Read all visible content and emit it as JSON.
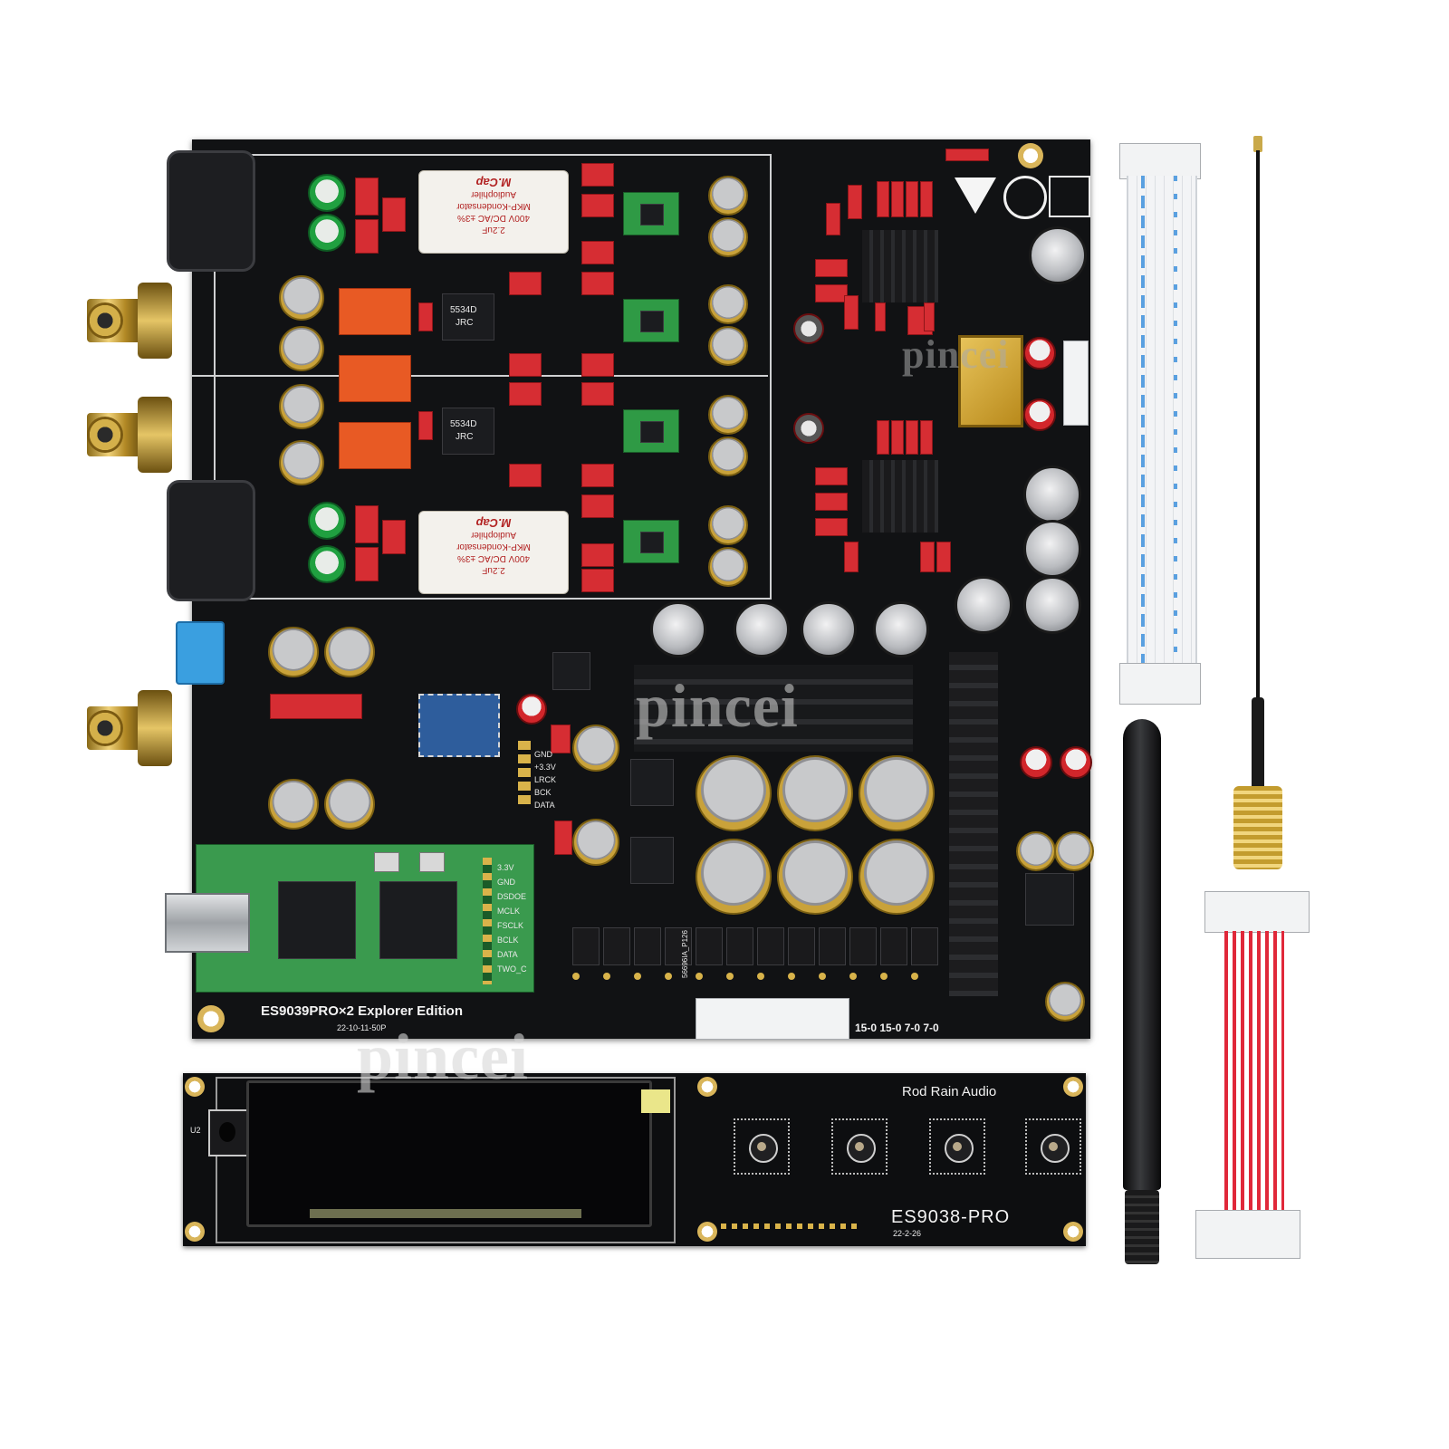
{
  "main_board": {
    "title": "ES9039PRO×2 Explorer Edition",
    "date_code": "22-10-11-50P",
    "power_labels": "15-0  15-0  7-0  7-0",
    "connector_label": "56696IA_P126",
    "i2s_pins": [
      "GND",
      "+3.3V",
      "LRCK",
      "BCK",
      "DATA"
    ],
    "usb_pins": [
      "3.3V",
      "GND",
      "DSDOE",
      "MCLK",
      "FSCLK",
      "BCLK",
      "DATA",
      "TWO_C"
    ],
    "capacitor_text": [
      "M.Cap",
      "Audiophiler",
      "MKP-Kondensator",
      "400V DC/AC ±3%",
      "2.2uF"
    ],
    "opamp_text": [
      "5534D",
      "JRC"
    ]
  },
  "display_board": {
    "brand": "Rod Rain Audio",
    "model": "ES9038-PRO",
    "date_code": "22-2-26",
    "ir_label": "U2"
  },
  "watermarks": [
    "pincei",
    "pincei",
    "pincei"
  ],
  "colors": {
    "pcb": "#111214",
    "green_pcb": "#2f9a45",
    "red_components": "#d62d33",
    "gold": "#d4b04a",
    "cable_blue": "#5aa0e0",
    "cable_red": "#e0283a"
  },
  "items": [
    "main-dac-board",
    "display-control-board",
    "ribbon-cable-blue",
    "wifi-antenna",
    "ipex-sma-pigtail",
    "ribbon-cable-red"
  ]
}
